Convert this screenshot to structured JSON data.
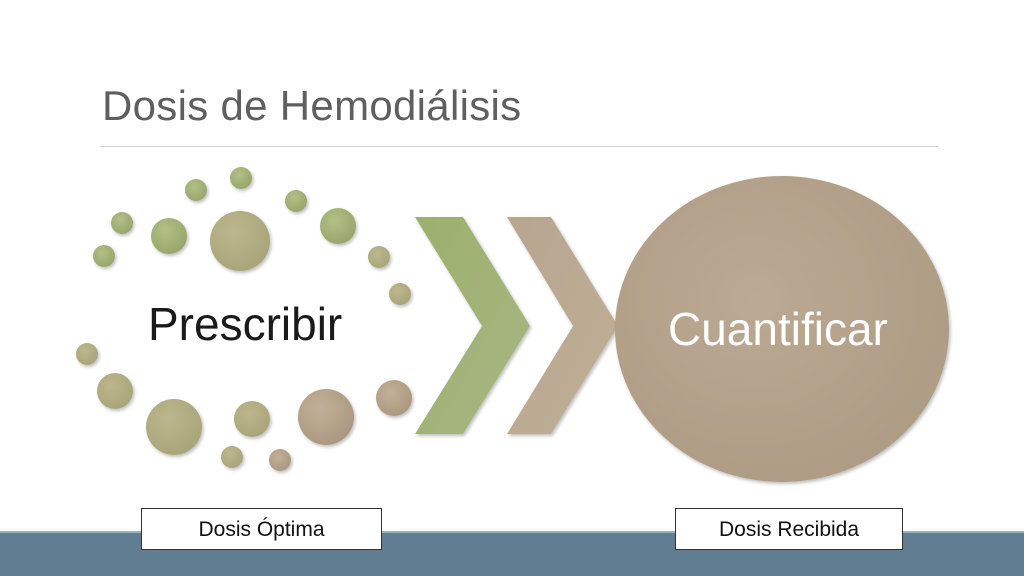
{
  "slide": {
    "title": "Dosis de Hemodiálisis"
  },
  "diagram": {
    "step_one": "Prescribir",
    "step_two": "Cuantificar",
    "box_left": "Dosis Óptima",
    "box_right": "Dosis Recibida"
  },
  "colors": {
    "green": "#9aaa6e",
    "tan": "#b9a58f",
    "circle_brown": "#b8a78f",
    "footer": "#617d92"
  }
}
